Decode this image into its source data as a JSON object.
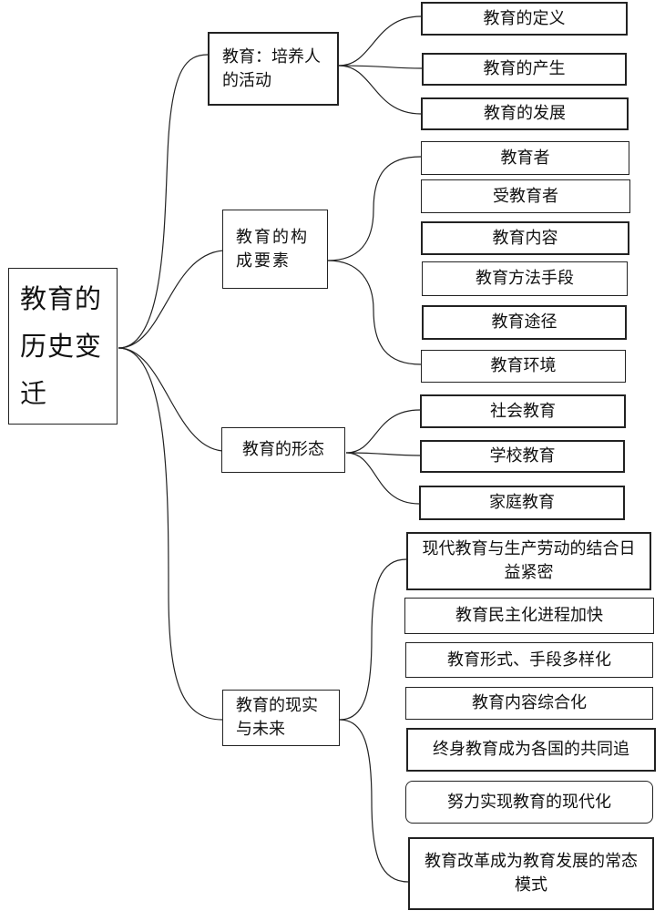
{
  "root": {
    "label": "教育的历史变迁"
  },
  "branches": [
    {
      "label": "教育：培养人的活动",
      "children": [
        "教育的定义",
        "教育的产生",
        "教育的发展"
      ]
    },
    {
      "label": "教育的构成要素",
      "children": [
        "教育者",
        "受教育者",
        "教育内容",
        "教育方法手段",
        "教育途径",
        "教育环境"
      ]
    },
    {
      "label": "教育的形态",
      "children": [
        "社会教育",
        "学校教育",
        "家庭教育"
      ]
    },
    {
      "label": "教育的现实与未来",
      "children": [
        "现代教育与生产劳动的结合日益紧密",
        "教育民主化进程加快",
        "教育形式、手段多样化",
        "教育内容综合化",
        "终身教育成为各国的共同追",
        "努力实现教育的现代化",
        "教育改革成为教育发展的常态模式"
      ]
    }
  ]
}
